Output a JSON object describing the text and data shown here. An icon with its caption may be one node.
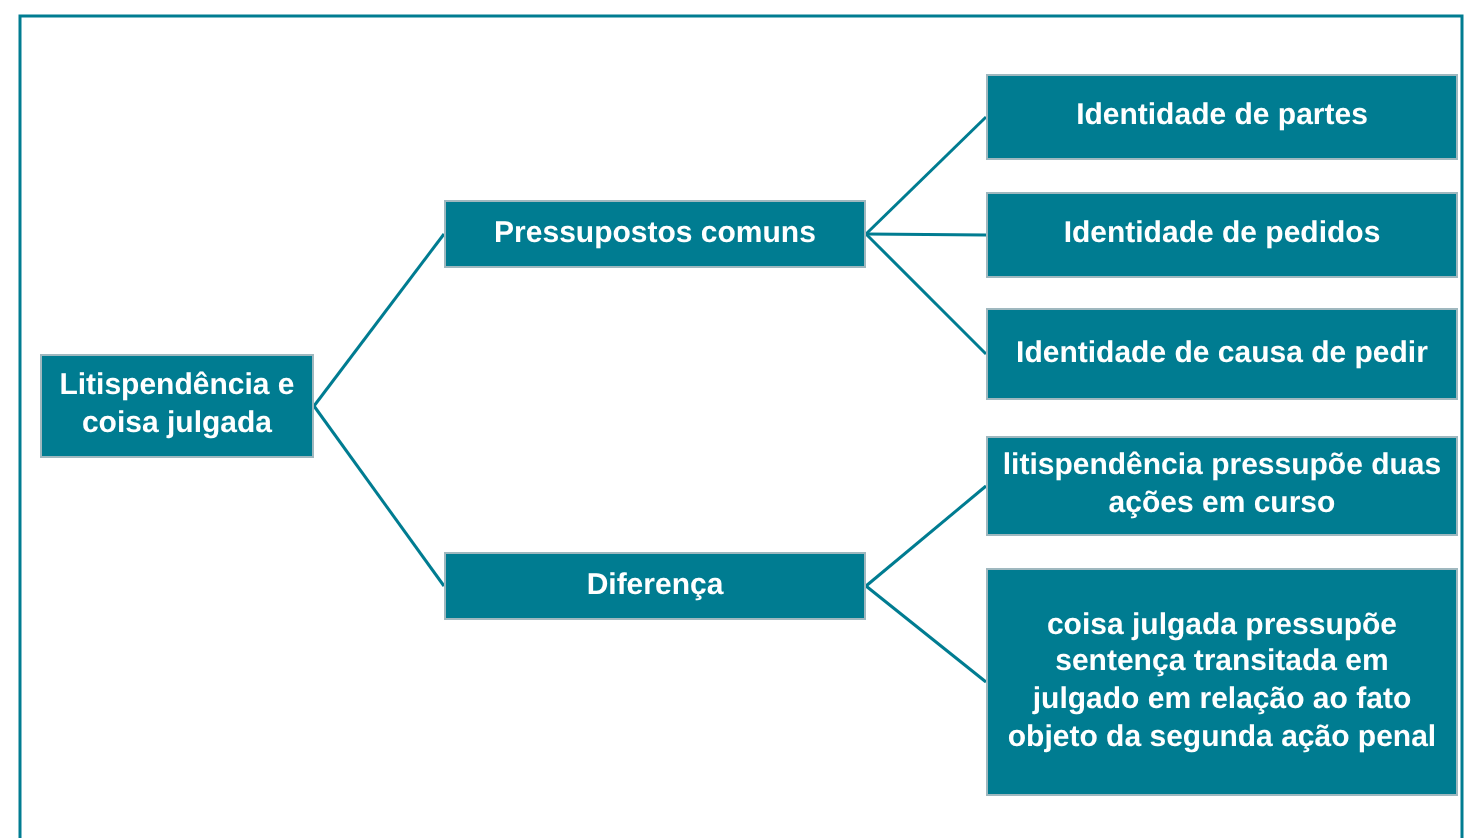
{
  "diagram": {
    "nodes": [
      {
        "text": [
          "Litispendência e coisa julgada"
        ]
      },
      {
        "text": [
          "Pressupostos comuns"
        ]
      },
      {
        "text": [
          "Diferença"
        ]
      },
      {
        "text": [
          "Identidade de partes"
        ]
      },
      {
        "text": [
          "Identidade de pedidos"
        ]
      },
      {
        "text": [
          "Identidade de causa de pedir"
        ]
      },
      {
        "text": [
          "litispendência pressupõe duas ações em curso"
        ]
      },
      {
        "text": [
          "coisa julgada pressupõe sentença transitada em julgado em relação ao fato objeto da segunda ação penal"
        ]
      }
    ],
    "edges": [
      {
        "from": 0,
        "to": 1,
        "arrow": "none"
      },
      {
        "from": 0,
        "to": 2,
        "arrow": "none"
      },
      {
        "from": 1,
        "to": 3,
        "arrow": "none"
      },
      {
        "from": 1,
        "to": 4,
        "arrow": "none"
      },
      {
        "from": 1,
        "to": 5,
        "arrow": "none"
      },
      {
        "from": 2,
        "to": 6,
        "arrow": "none"
      },
      {
        "from": 2,
        "to": 7,
        "arrow": "none"
      }
    ]
  }
}
